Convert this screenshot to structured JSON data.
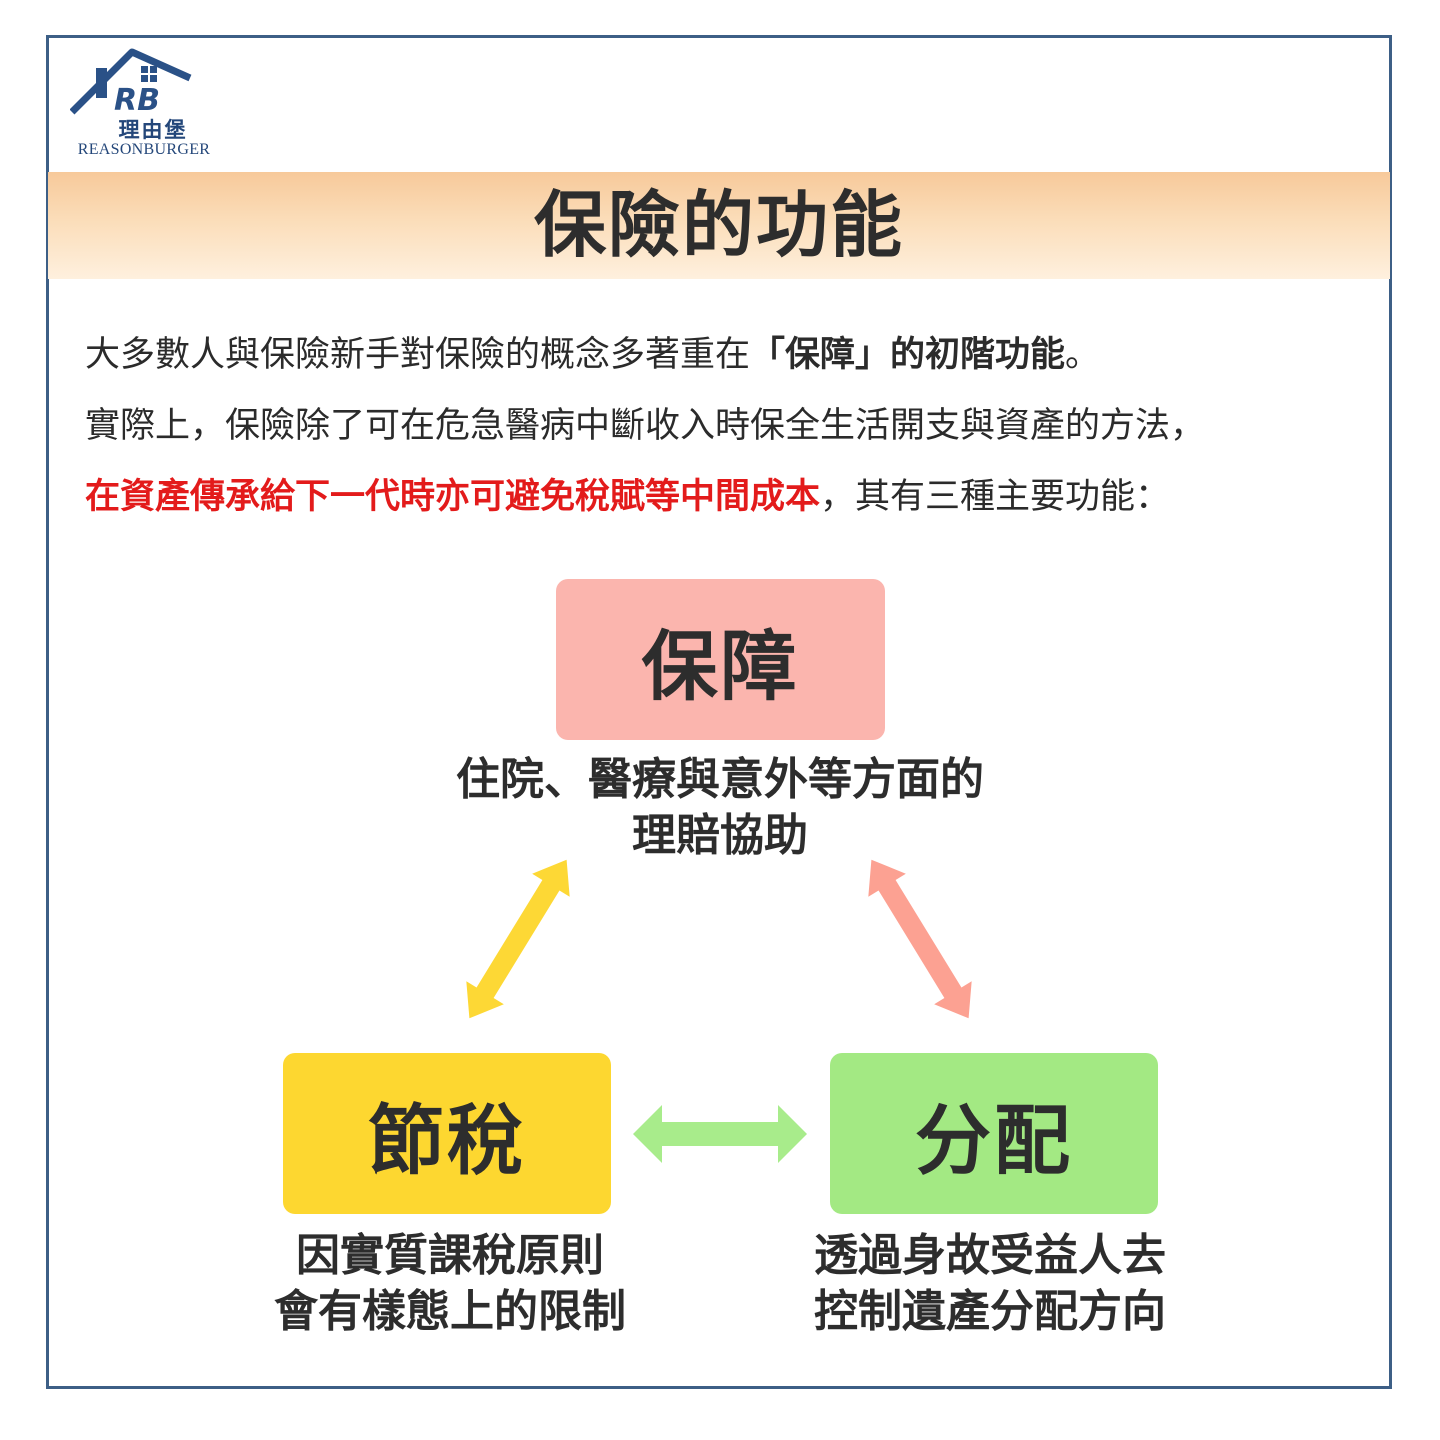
{
  "logo": {
    "mark_letters": "RB",
    "name_cn": "理由堡",
    "name_en": "REASONBURGER"
  },
  "title": "保險的功能",
  "intro": {
    "line1_plain": "大多數人與保險新手對保險的概念多著重在",
    "line1_bold": "「保障」的初階功能",
    "line1_end": "。",
    "line2": "實際上，保險除了可在危急醫病中斷收入時保全生活開支與資產的方法，",
    "line3_red": "在資產傳承給下一代時亦可避免稅賦等中間成本",
    "line3_plain": "，其有三種主要功能："
  },
  "functions": {
    "protection": {
      "label": "保障",
      "desc_line1": "住院、醫療與意外等方面的",
      "desc_line2": "理賠協助",
      "color": "#fbb5ae"
    },
    "tax": {
      "label": "節稅",
      "desc_line1": "因實質課稅原則",
      "desc_line2": "會有樣態上的限制",
      "color": "#fdd730"
    },
    "distribution": {
      "label": "分配",
      "desc_line1": "透過身故受益人去",
      "desc_line2": "控制遺產分配方向",
      "color": "#a3e983"
    }
  },
  "arrow_colors": {
    "protection_tax": "#fdd835",
    "protection_distribution": "#fca192",
    "tax_distribution": "#a8ec8b"
  },
  "banner_color": "#f7c99a",
  "frame_color": "#3d5f86"
}
